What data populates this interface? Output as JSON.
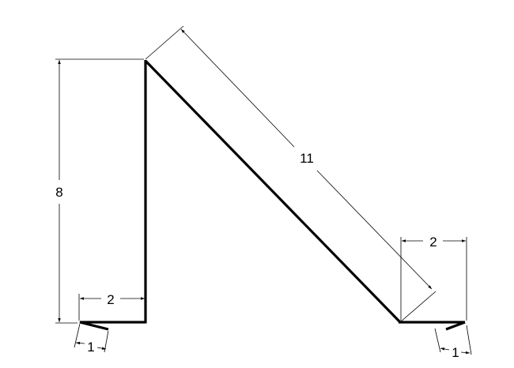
{
  "drawing": {
    "dimensions": {
      "left_height": "8",
      "slope_length": "11",
      "left_foot_width": "2",
      "right_foot_width": "2",
      "left_hem": "1",
      "right_hem": "1"
    },
    "colors": {
      "profile": "#000000",
      "dimension": "#000000",
      "background": "#ffffff"
    }
  }
}
